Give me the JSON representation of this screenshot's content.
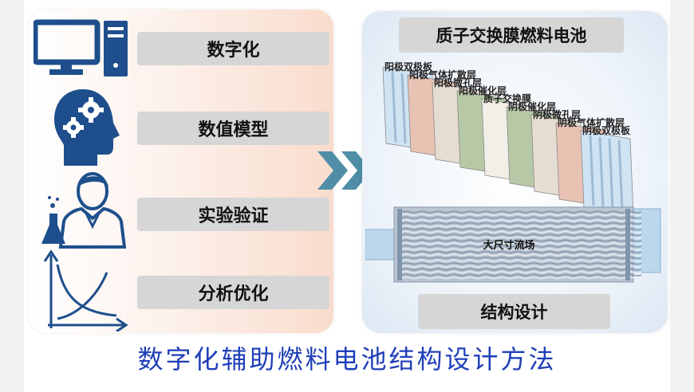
{
  "steps": [
    "数字化",
    "数值模型",
    "实验验证",
    "分析优化"
  ],
  "right_panel": {
    "title": "质子交换膜燃料电池",
    "layers": [
      "阳极双极板",
      "阳极气体扩散层",
      "阳极微孔层",
      "阳极催化层",
      "质子交换膜",
      "阴极催化层",
      "阴极微孔层",
      "阴极气体扩散层",
      "阴极双极板"
    ],
    "layer_colors": [
      "#cfe3f3",
      "#e8c2b3",
      "#e6ddd2",
      "#b7c8a6",
      "#f2efe8",
      "#b7c8a6",
      "#e6ddd2",
      "#e8c2b3",
      "#cfe3f3"
    ],
    "flow_field_label": "大尺寸流场",
    "design_label": "结构设计"
  },
  "bottom_title": "数字化辅助燃料电池结构设计方法",
  "colors": {
    "icon": "#1e4f8c",
    "accent_arrow": "#4f8ea6",
    "title": "#1f3fb8"
  },
  "icons": [
    "computer-icon",
    "brain-gear-icon",
    "scientist-icon",
    "chart-curve-icon",
    "double-arrow-icon"
  ]
}
